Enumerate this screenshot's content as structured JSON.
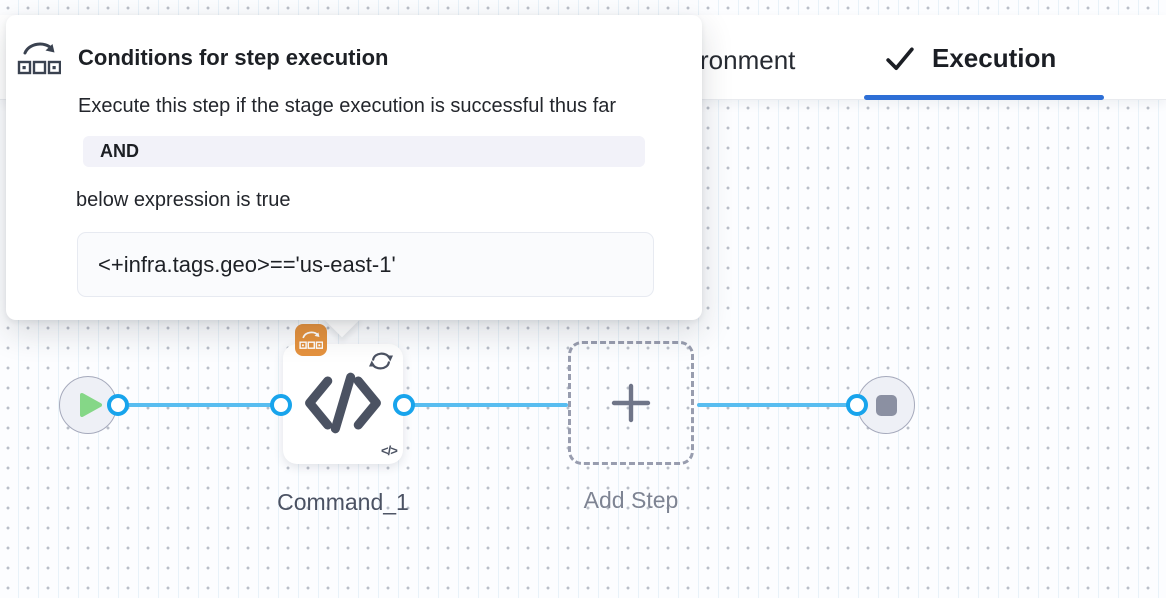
{
  "colors": {
    "accent_blue": "#2e6fd6",
    "line_blue": "#58bdf0",
    "port_blue": "#18a4ec",
    "badge_orange": "#e5923e",
    "icon_slate": "#4b5262",
    "node_fill": "#eef0f6",
    "node_border": "#a6aabc",
    "play_green": "#85d787",
    "stop_slate": "#8b90a2",
    "dashed_border": "#989daf",
    "label_dark": "#4b5263",
    "label_gray": "#7e8493",
    "text_dark": "#1d2025",
    "and_bg": "#f2f2f9",
    "expr_bg": "#fafbfd",
    "expr_border": "#e7eaf1",
    "header_border": "#e9ebef",
    "canvas_bg": "#fcfdff",
    "grid_dot": "#b9bec8",
    "grid_line": "#e8f2f9"
  },
  "tabs": {
    "environment_partial": "ronment",
    "execution": "Execution"
  },
  "popover": {
    "title": "Conditions for step execution",
    "description": "Execute this step if the stage execution is successful thus far",
    "operator": "AND",
    "condition_intro": "below expression is true",
    "expression": "<+infra.tags.geo>=='us-east-1'"
  },
  "pipeline": {
    "step_name": "Command_1",
    "add_step_label": "Add Step",
    "mini_code_glyph": "</>"
  }
}
